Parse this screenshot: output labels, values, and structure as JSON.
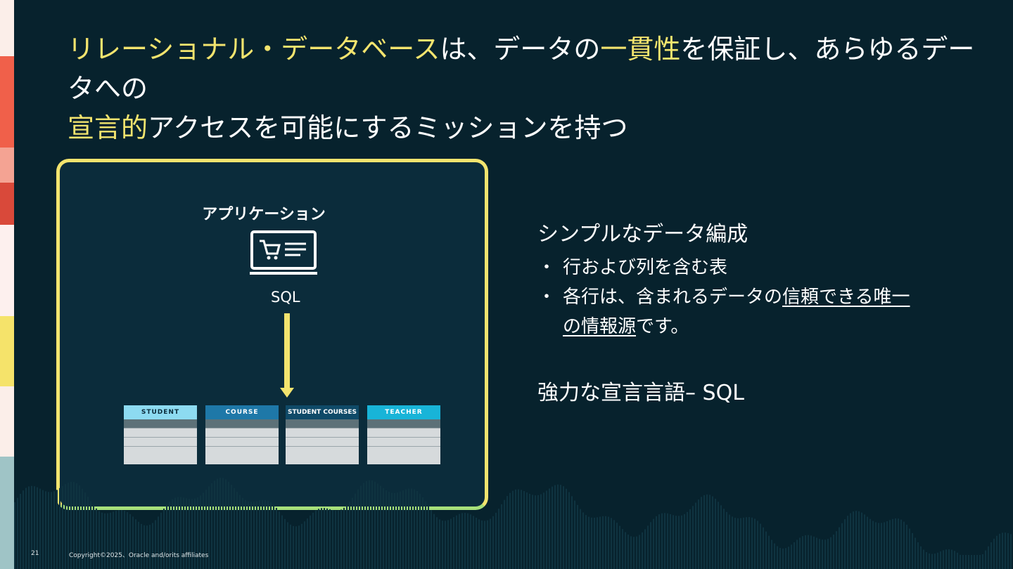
{
  "slide": {
    "title_parts": [
      {
        "text": "リレーショナル・データベース",
        "hl": true
      },
      {
        "text": "は、データの",
        "hl": false
      },
      {
        "text": "一貫性",
        "hl": true
      },
      {
        "text": "を保証し、あらゆるデータへの",
        "hl": false
      },
      {
        "text": "宣言的",
        "hl": true
      },
      {
        "text": "アクセスを可能にするミッションを持つ",
        "hl": false
      }
    ],
    "highlight_color": "#f3e46e",
    "background_color": "#07222d"
  },
  "diagram": {
    "app_label": "アプリケーション",
    "app_icon": "shopping-cart-screen-icon",
    "sql_label": "SQL",
    "tables": [
      {
        "name": "STUDENT",
        "color": "#8ddbf1"
      },
      {
        "name": "COURSE",
        "color": "#1e78a8"
      },
      {
        "name": "STUDENT COURSES",
        "color": "#0f4a68"
      },
      {
        "name": "TEACHER",
        "color": "#18b4d8"
      }
    ]
  },
  "content": {
    "heading1": "シンプルなデータ編成",
    "bullet_char": "・",
    "bullet1": "行および列を含む表",
    "bullet2_pre": "各行は、含まれるデータの",
    "bullet2_u1": "信頼できる唯一",
    "bullet2_u2": "の情報源",
    "bullet2_post": "です。",
    "heading2": "強力な宣言言語– SQL"
  },
  "footer": {
    "page_number": "21",
    "copyright": "Copyright©2025、Oracle and/orits affiliates"
  }
}
